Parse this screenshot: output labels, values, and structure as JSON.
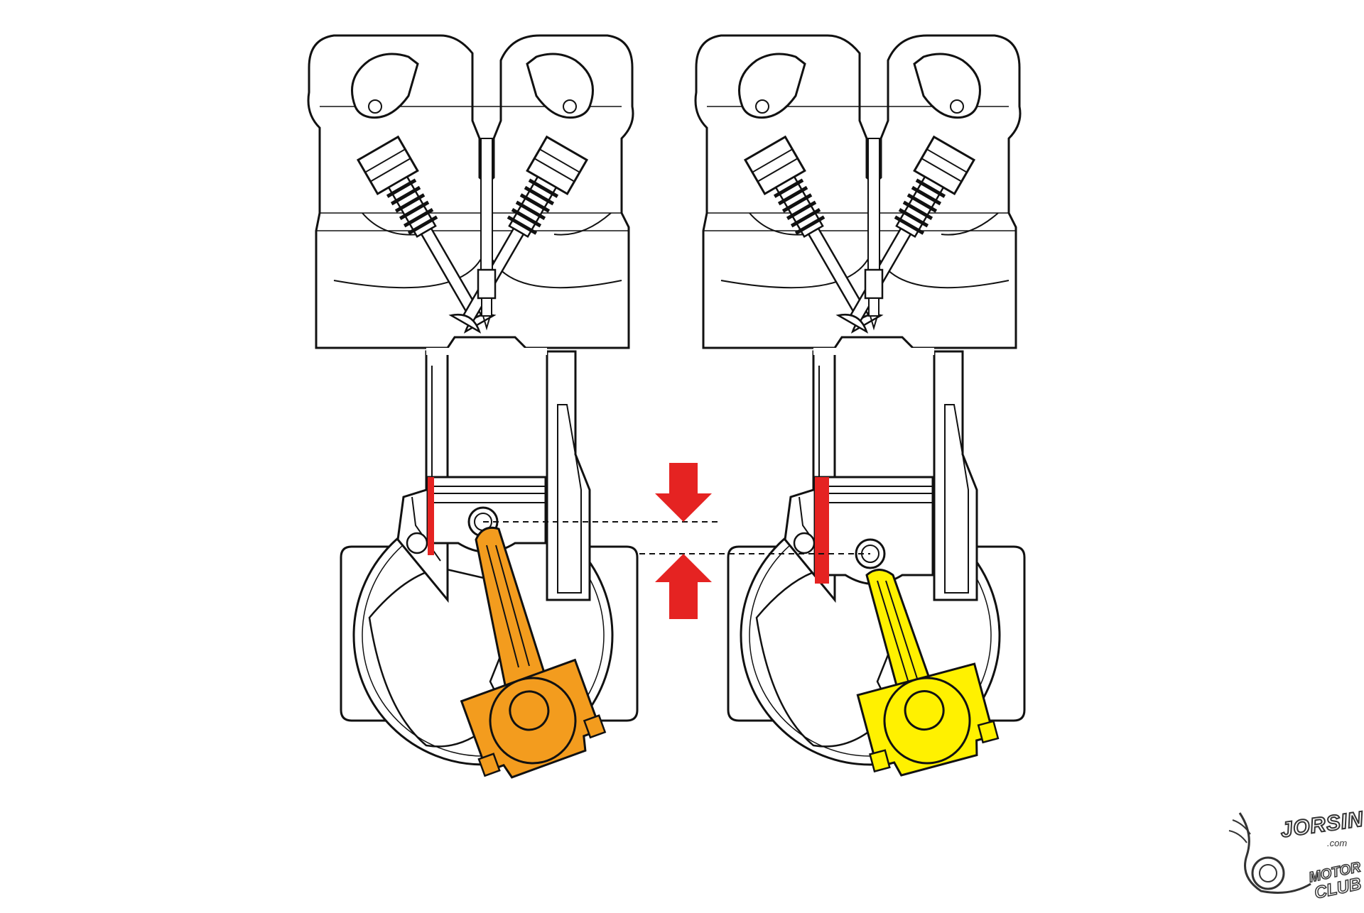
{
  "image": {
    "description_kind": "engine-cylinder-cutaway",
    "cylinders": [
      {
        "position": "left",
        "rod_color": "#f39c1e",
        "piston_state": "higher"
      },
      {
        "position": "right",
        "rod_color": "#fff100",
        "piston_state": "lower"
      }
    ],
    "highlight_color": "#e52322",
    "line_color": "#111111",
    "watermark": {
      "brand": "JORSINDO",
      "suffix": ".com",
      "line2": "MOTOR",
      "line3": "CLUB"
    }
  }
}
